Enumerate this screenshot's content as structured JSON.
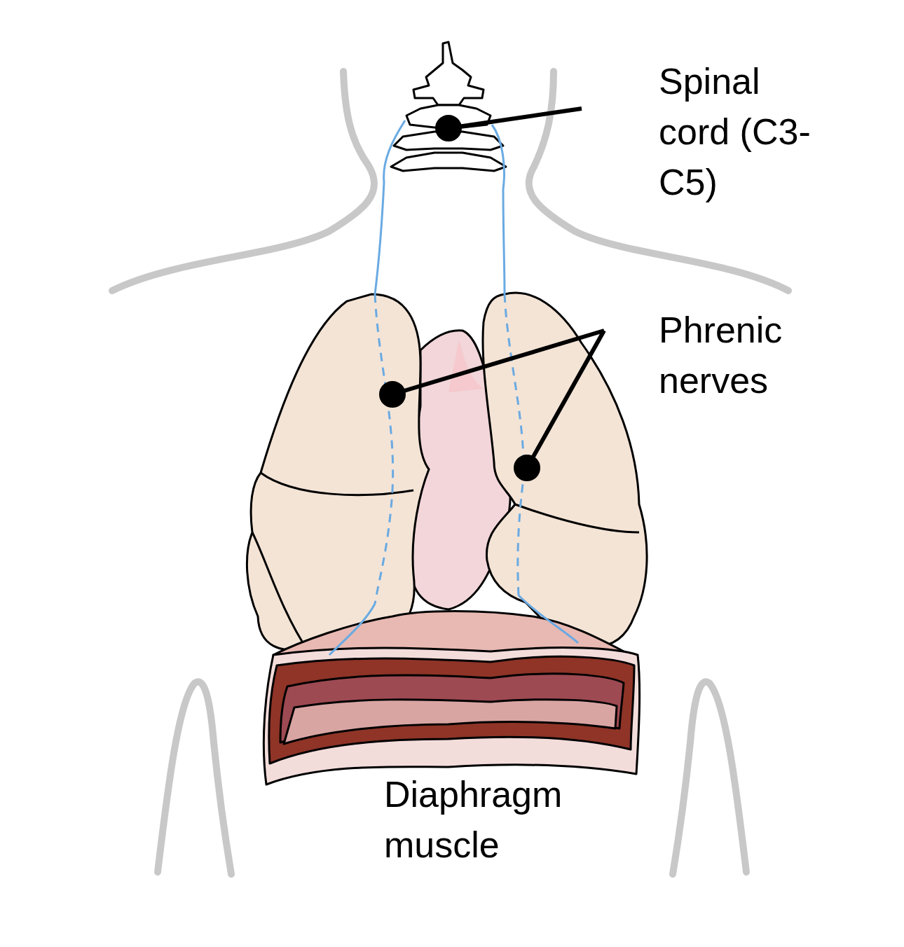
{
  "diagram": {
    "labels": [
      "Spinal cord (C3-C5)",
      "Phrenic nerves",
      "Diaphragm muscle"
    ]
  }
}
